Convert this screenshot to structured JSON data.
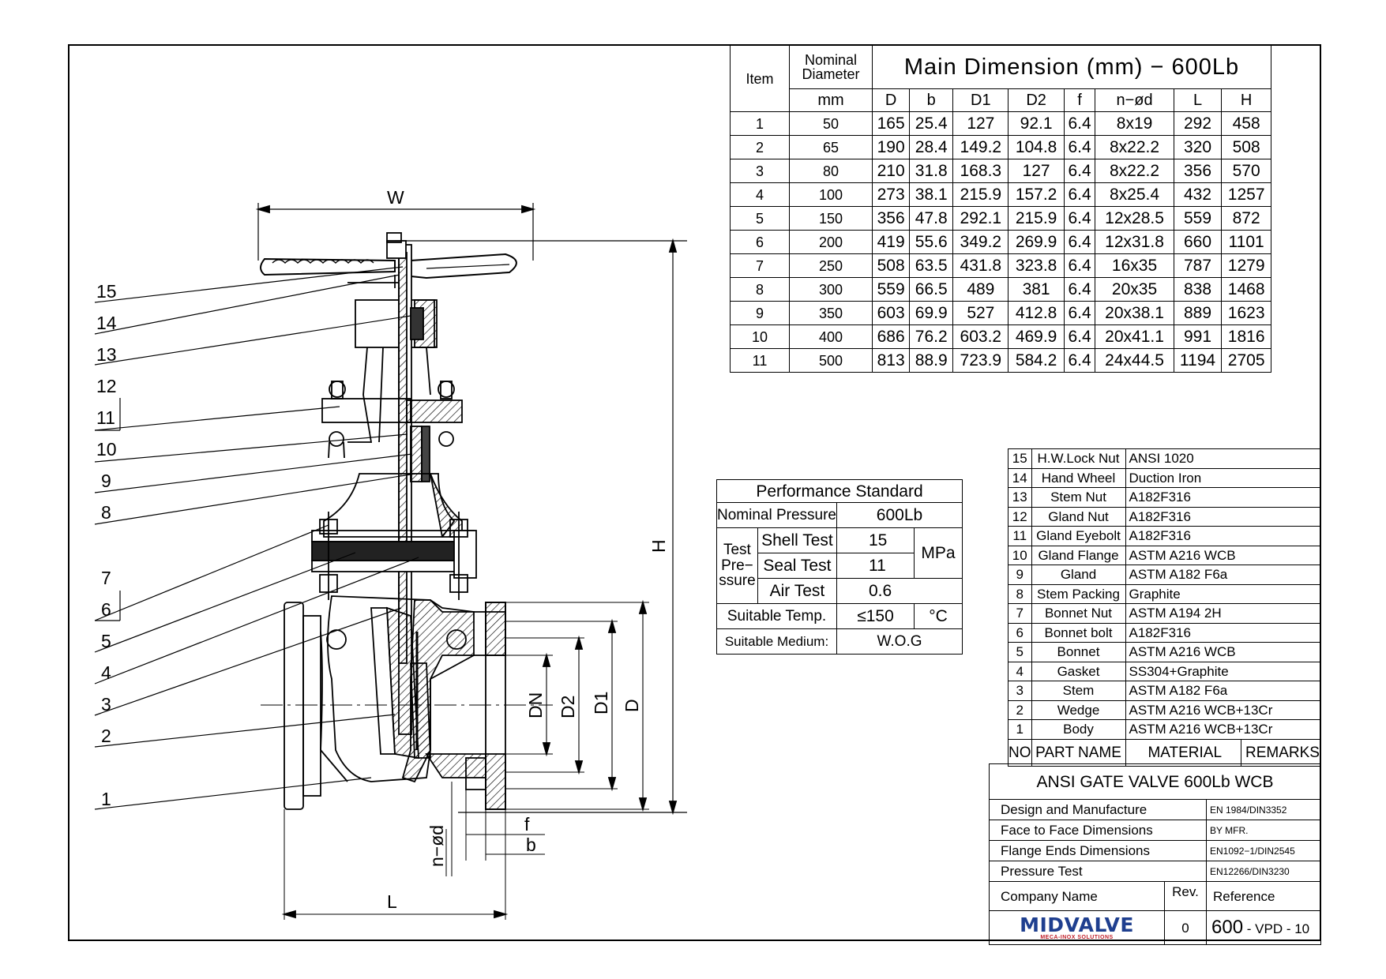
{
  "dimension_table": {
    "item_header": "Item",
    "nominal_header_line1": "Nominal",
    "nominal_header_line2": "Diameter",
    "title": "Main Dimension (mm) −",
    "title_pressure": "600Lb",
    "unit": "mm",
    "columns": [
      "D",
      "b",
      "D1",
      "D2",
      "f",
      "n−ød",
      "L",
      "H"
    ],
    "rows": [
      [
        "1",
        "50",
        "165",
        "25.4",
        "127",
        "92.1",
        "6.4",
        "8x19",
        "292",
        "458"
      ],
      [
        "2",
        "65",
        "190",
        "28.4",
        "149.2",
        "104.8",
        "6.4",
        "8x22.2",
        "320",
        "508"
      ],
      [
        "3",
        "80",
        "210",
        "31.8",
        "168.3",
        "127",
        "6.4",
        "8x22.2",
        "356",
        "570"
      ],
      [
        "4",
        "100",
        "273",
        "38.1",
        "215.9",
        "157.2",
        "6.4",
        "8x25.4",
        "432",
        "1257"
      ],
      [
        "5",
        "150",
        "356",
        "47.8",
        "292.1",
        "215.9",
        "6.4",
        "12x28.5",
        "559",
        "872"
      ],
      [
        "6",
        "200",
        "419",
        "55.6",
        "349.2",
        "269.9",
        "6.4",
        "12x31.8",
        "660",
        "1101"
      ],
      [
        "7",
        "250",
        "508",
        "63.5",
        "431.8",
        "323.8",
        "6.4",
        "16x35",
        "787",
        "1279"
      ],
      [
        "8",
        "300",
        "559",
        "66.5",
        "489",
        "381",
        "6.4",
        "20x35",
        "838",
        "1468"
      ],
      [
        "9",
        "350",
        "603",
        "69.9",
        "527",
        "412.8",
        "6.4",
        "20x38.1",
        "889",
        "1623"
      ],
      [
        "10",
        "400",
        "686",
        "76.2",
        "603.2",
        "469.9",
        "6.4",
        "20x41.1",
        "991",
        "1816"
      ],
      [
        "11",
        "500",
        "813",
        "88.9",
        "723.9",
        "584.2",
        "6.4",
        "24x44.5",
        "1194",
        "2705"
      ]
    ]
  },
  "performance": {
    "title": "Performance Standard",
    "nominal_pressure_label": "Nominal Pressure",
    "nominal_pressure_value": "600Lb",
    "test_label_1": "Test",
    "test_label_2": "Pre−",
    "test_label_3": "ssure",
    "shell_test_label": "Shell Test",
    "shell_test_value": "15",
    "seal_test_label": "Seal Test",
    "seal_test_value": "11",
    "air_test_label": "Air Test",
    "air_test_value": "0.6",
    "pressure_unit": "MPa",
    "temp_label": "Suitable Temp.",
    "temp_value": "≤150",
    "temp_unit": "°C",
    "medium_label": "Suitable Medium:",
    "medium_value": "W.O.G"
  },
  "parts": {
    "rows": [
      [
        "15",
        "H.W.Lock Nut",
        "ANSI 1020"
      ],
      [
        "14",
        "Hand Wheel",
        "Duction Iron"
      ],
      [
        "13",
        "Stem Nut",
        "A182F316"
      ],
      [
        "12",
        "Gland Nut",
        "A182F316"
      ],
      [
        "11",
        "Gland Eyebolt",
        "A182F316"
      ],
      [
        "10",
        "Gland Flange",
        "ASTM A216 WCB"
      ],
      [
        "9",
        "Gland",
        "ASTM A182 F6a"
      ],
      [
        "8",
        "Stem Packing",
        "Graphite"
      ],
      [
        "7",
        "Bonnet Nut",
        "ASTM A194 2H"
      ],
      [
        "6",
        "Bonnet bolt",
        "A182F316"
      ],
      [
        "5",
        "Bonnet",
        "ASTM A216 WCB"
      ],
      [
        "4",
        "Gasket",
        "SS304+Graphite"
      ],
      [
        "3",
        "Stem",
        "ASTM A182 F6a"
      ],
      [
        "2",
        "Wedge",
        "ASTM A216 WCB+13Cr"
      ],
      [
        "1",
        "Body",
        "ASTM A216 WCB+13Cr"
      ]
    ],
    "header_no": "NO",
    "header_part": "PART NAME",
    "header_material": "MATERIAL",
    "header_remarks": "REMARKS"
  },
  "title_block": {
    "title": "ANSI GATE VALVE 600Lb WCB",
    "standards": [
      [
        "Design and Manufacture",
        "EN 1984/DIN3352"
      ],
      [
        "Face to Face Dimensions",
        "BY MFR."
      ],
      [
        "Flange Ends Dimensions",
        "EN1092−1/DIN2545"
      ],
      [
        "Pressure Test",
        "EN12266/DIN3230"
      ]
    ],
    "company_label": "Company Name",
    "rev_label": "Rev.",
    "reference_label": "Reference",
    "logo": "MIDVALVE",
    "logo_sub": "MECA-INOX SOLUTIONS",
    "rev_value": "0",
    "reference_value": "600",
    "reference_suffix": "- VPD - 10",
    "logo_color": "#1f3f8f",
    "logo_sub_color": "#c0202a"
  },
  "drawing": {
    "callouts": [
      "15",
      "14",
      "13",
      "12",
      "11",
      "10",
      "9",
      "8",
      "7",
      "6",
      "5",
      "4",
      "3",
      "2",
      "1"
    ],
    "dim_W": "W",
    "dim_H": "H",
    "dim_L": "L",
    "dim_DN": "DN",
    "dim_D2": "D2",
    "dim_D1": "D1",
    "dim_D": "D",
    "dim_f": "f",
    "dim_b": "b",
    "dim_nd": "n−ød"
  }
}
